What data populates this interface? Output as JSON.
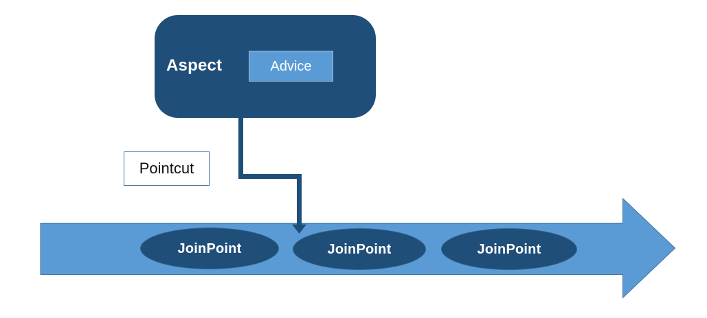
{
  "diagram": {
    "aspect_label": "Aspect",
    "advice_label": "Advice",
    "pointcut_label": "Pointcut",
    "joinpoints": [
      {
        "label": "JoinPoint"
      },
      {
        "label": "JoinPoint"
      },
      {
        "label": "JoinPoint"
      }
    ],
    "colors": {
      "dark_blue": "#1F4E79",
      "light_blue": "#5B9BD5",
      "arrow_border": "#41719C",
      "advice_border": "#9DC3E6",
      "background": "#FFFFFF",
      "text_light": "#FFFFFF",
      "text_dark": "#111111"
    }
  }
}
